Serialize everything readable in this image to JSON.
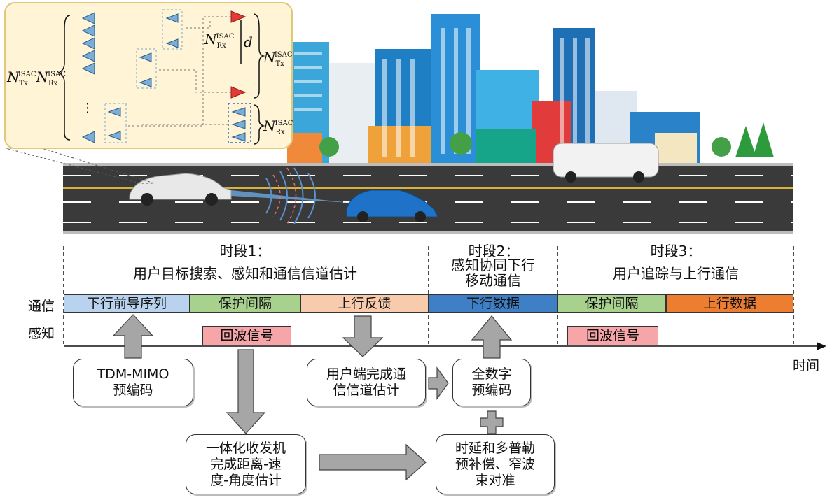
{
  "phases": [
    {
      "title": "时段1：",
      "desc": "用户目标搜索、感知和通信信道估计"
    },
    {
      "title": "时段2：",
      "desc_lines": [
        "感知协同下行",
        "移动通信"
      ]
    },
    {
      "title": "时段3：",
      "desc": "用户追踪与上行通信"
    }
  ],
  "rows": {
    "comm": "通信",
    "sense": "感知"
  },
  "comm_segments": [
    {
      "label": "下行前导序列",
      "color": "#b9d3ee"
    },
    {
      "label": "保护间隔",
      "color": "#a9d18e"
    },
    {
      "label": "上行反馈",
      "color": "#f8cbad"
    },
    {
      "label": "下行数据",
      "color": "#3e7fc6"
    },
    {
      "label": "保护间隔",
      "color": "#a9d18e"
    },
    {
      "label": "上行数据",
      "color": "#ed7d31"
    }
  ],
  "echo_segments": [
    {
      "label": "回波信号"
    },
    {
      "label": "回波信号"
    }
  ],
  "time_label": "时间",
  "boxes": {
    "tdm": [
      "TDM-MIMO",
      "预编码"
    ],
    "user_est": [
      "用户端完成通",
      "信信道估计"
    ],
    "full_digital": [
      "全数字",
      "预编码"
    ],
    "transceiver": [
      "一体化收发机",
      "完成距离-速",
      "度-角度估计"
    ],
    "compensation": [
      "时延和多普勒",
      "预补偿、窄波",
      "束对准"
    ]
  },
  "antenna_panel": {
    "label_d": "d",
    "label_main": "N",
    "sup": "ISAC",
    "sub_tx": "Tx",
    "sub_rx": "Rx",
    "ellipsis": "⋮"
  }
}
